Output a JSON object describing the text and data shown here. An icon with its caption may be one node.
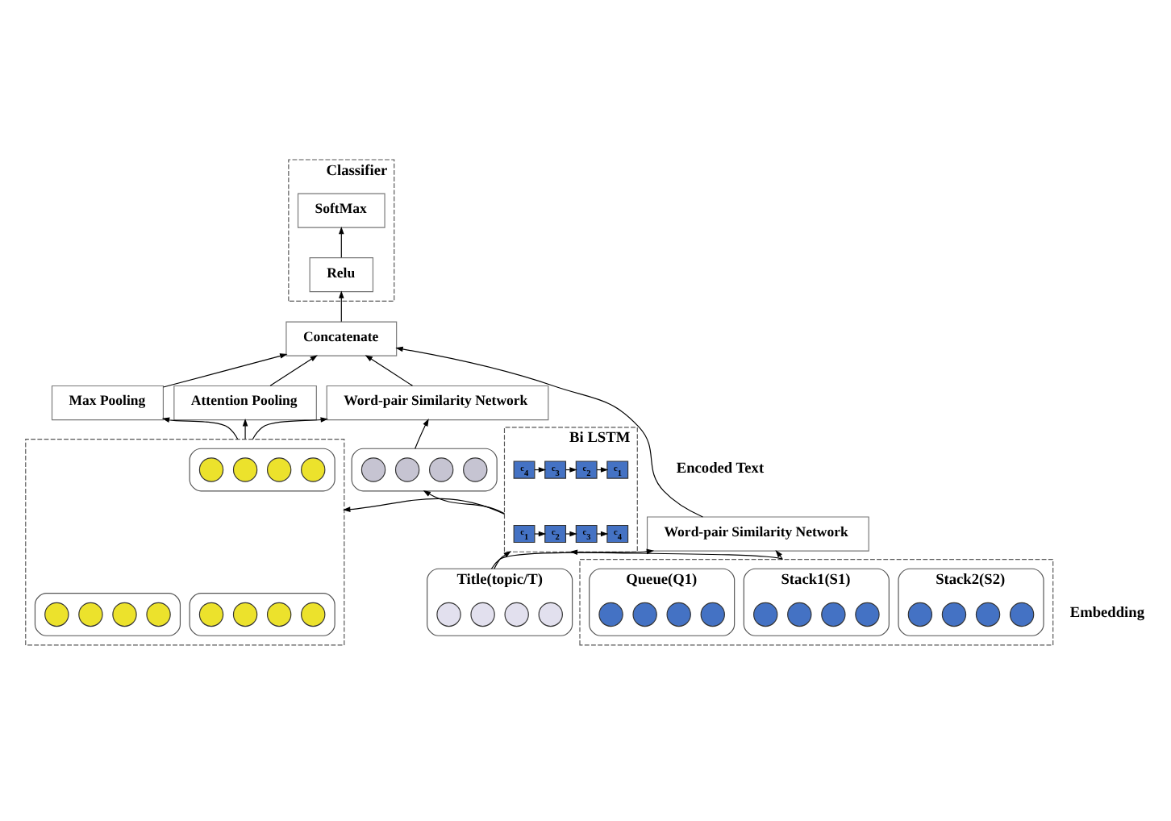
{
  "diagram": {
    "nodes": [
      {
        "text": [
          "Classifier"
        ]
      },
      {
        "text": [
          "SoftMax"
        ],
        "in": 0
      },
      {
        "text": [
          "Relu"
        ],
        "in": 0
      },
      {
        "text": [
          "Concatenate"
        ]
      },
      {
        "text": [
          "Max Pooling"
        ]
      },
      {
        "text": [
          "Attention Pooling"
        ]
      },
      {
        "text": [
          "Word-pair Similarity Network"
        ]
      },
      {
        "text": [],
        "shape": "box"
      },
      {
        "text": [],
        "shape": "capsule",
        "in": 7
      },
      {
        "text": [],
        "shape": "circle",
        "in": 8
      },
      {
        "text": [],
        "shape": "circle",
        "in": 8
      },
      {
        "text": [],
        "shape": "circle",
        "in": 8
      },
      {
        "text": [],
        "shape": "circle",
        "in": 8
      },
      {
        "text": [],
        "shape": "capsule",
        "in": 7
      },
      {
        "text": [],
        "shape": "circle",
        "in": 13
      },
      {
        "text": [],
        "shape": "circle",
        "in": 13
      },
      {
        "text": [],
        "shape": "circle",
        "in": 13
      },
      {
        "text": [],
        "shape": "circle",
        "in": 13
      },
      {
        "text": [],
        "shape": "capsule",
        "in": 7
      },
      {
        "text": [],
        "shape": "circle",
        "in": 18
      },
      {
        "text": [],
        "shape": "circle",
        "in": 18
      },
      {
        "text": [],
        "shape": "circle",
        "in": 18
      },
      {
        "text": [],
        "shape": "circle",
        "in": 18
      },
      {
        "text": [],
        "shape": "capsule"
      },
      {
        "text": [],
        "shape": "circle",
        "in": 23
      },
      {
        "text": [],
        "shape": "circle",
        "in": 23
      },
      {
        "text": [],
        "shape": "circle",
        "in": 23
      },
      {
        "text": [],
        "shape": "circle",
        "in": 23
      },
      {
        "text": [
          "Word-pair Similarity Network"
        ]
      },
      {
        "text": [
          "Bi LSTM"
        ]
      },
      {
        "text": [
          "c$_{1}$"
        ],
        "in": 29
      },
      {
        "text": [
          "c$_{2}$"
        ],
        "in": 29
      },
      {
        "text": [
          "c$_{3}$"
        ],
        "in": 29
      },
      {
        "text": [
          "c$_{4}$"
        ],
        "in": 29
      },
      {
        "text": [
          "c$_{1}$"
        ],
        "in": 29
      },
      {
        "text": [
          "c$_{2}$"
        ],
        "in": 29
      },
      {
        "text": [
          "c$_{3}$"
        ],
        "in": 29
      },
      {
        "text": [
          "c$_{4}$"
        ],
        "in": 29
      },
      {
        "text": [],
        "shape": "box"
      },
      {
        "text": [
          "Stack2(S2)"
        ],
        "in": 38
      },
      {
        "text": [],
        "shape": "circle",
        "in": 39
      },
      {
        "text": [],
        "shape": "circle",
        "in": 39
      },
      {
        "text": [],
        "shape": "circle",
        "in": 39
      },
      {
        "text": [],
        "shape": "circle",
        "in": 39
      },
      {
        "text": [
          "Stack1(S1)"
        ],
        "in": 38
      },
      {
        "text": [],
        "shape": "circle",
        "in": 44
      },
      {
        "text": [],
        "shape": "circle",
        "in": 44
      },
      {
        "text": [],
        "shape": "circle",
        "in": 44
      },
      {
        "text": [],
        "shape": "circle",
        "in": 44
      },
      {
        "text": [
          "Queue(Q1)"
        ],
        "in": 38
      },
      {
        "text": [],
        "shape": "circle",
        "in": 49
      },
      {
        "text": [],
        "shape": "circle",
        "in": 49
      },
      {
        "text": [],
        "shape": "circle",
        "in": 49
      },
      {
        "text": [],
        "shape": "circle",
        "in": 49
      },
      {
        "text": [
          "Title(topic/T)"
        ]
      },
      {
        "text": [],
        "shape": "circle",
        "in": 54
      },
      {
        "text": [],
        "shape": "circle",
        "in": 54
      },
      {
        "text": [],
        "shape": "circle",
        "in": 54
      },
      {
        "text": [],
        "shape": "circle",
        "in": 54
      }
    ],
    "edges": [
      {
        "from": 2,
        "to": 1,
        "arrow": "to"
      },
      {
        "from": 3,
        "to": 2,
        "arrow": "to"
      },
      {
        "from": 4,
        "to": 3,
        "arrow": "to"
      },
      {
        "from": 5,
        "to": 3,
        "arrow": "to"
      },
      {
        "from": 6,
        "to": 3,
        "arrow": "to"
      },
      {
        "from": 7,
        "to": 4,
        "arrow": "to"
      },
      {
        "from": 7,
        "to": 5,
        "arrow": "to"
      },
      {
        "from": 7,
        "to": 6,
        "arrow": "to"
      },
      {
        "from": 23,
        "to": 6,
        "arrow": "to"
      },
      {
        "from": 29,
        "to": 7,
        "arrow": "to"
      },
      {
        "from": 29,
        "to": 23,
        "arrow": "to"
      },
      {
        "from": 28,
        "to": 3,
        "arrow": "to"
      },
      {
        "from": 33,
        "to": 32,
        "arrow": "to"
      },
      {
        "from": 32,
        "to": 31,
        "arrow": "to"
      },
      {
        "from": 31,
        "to": 30,
        "arrow": "to"
      },
      {
        "from": 34,
        "to": 35,
        "arrow": "to"
      },
      {
        "from": 35,
        "to": 36,
        "arrow": "to"
      },
      {
        "from": 36,
        "to": 37,
        "arrow": "to"
      },
      {
        "from": 38,
        "to": 28,
        "arrow": "to"
      },
      {
        "from": 38,
        "to": 29,
        "arrow": "to"
      },
      {
        "from": 54,
        "to": 28,
        "arrow": "to"
      },
      {
        "from": 54,
        "to": 29,
        "arrow": "to"
      }
    ],
    "labels": [
      "Encoded Text",
      "Embedding"
    ]
  }
}
